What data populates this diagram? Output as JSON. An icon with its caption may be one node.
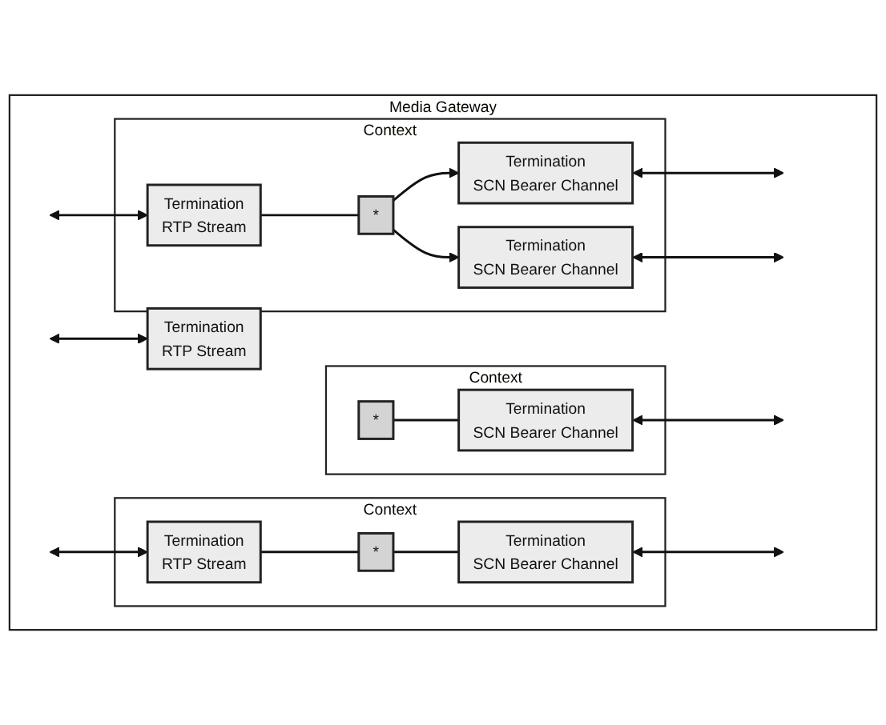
{
  "diagram": {
    "nodes": [
      {
        "text": [
          "Media Gateway"
        ]
      },
      {
        "text": [
          "Context"
        ],
        "in": 0
      },
      {
        "text": [
          "Termination",
          "RTP Stream"
        ],
        "in": 1
      },
      {
        "text": [
          "*"
        ],
        "in": 1
      },
      {
        "text": [
          "Termination",
          "SCN Bearer Channel"
        ],
        "in": 1
      },
      {
        "text": [
          "Termination",
          "SCN Bearer Channel"
        ],
        "in": 1
      },
      {
        "text": [
          "Termination",
          "RTP Stream"
        ],
        "in": 0
      },
      {
        "text": [
          "Context"
        ],
        "in": 0
      },
      {
        "text": [
          "*"
        ],
        "in": 7
      },
      {
        "text": [
          "Termination",
          "SCN Bearer Channel"
        ],
        "in": 7
      },
      {
        "text": [
          "Context"
        ],
        "in": 0
      },
      {
        "text": [
          "Termination",
          "RTP Stream"
        ],
        "in": 10
      },
      {
        "text": [
          "*"
        ],
        "in": 10
      },
      {
        "text": [
          "Termination",
          "SCN Bearer Channel"
        ],
        "in": 10
      }
    ],
    "edges": [
      {
        "from": null,
        "to": 2,
        "arrow": "both"
      },
      {
        "from": 2,
        "to": 3,
        "arrow": "none"
      },
      {
        "from": 3,
        "to": 4,
        "arrow": "to"
      },
      {
        "from": 3,
        "to": 5,
        "arrow": "to"
      },
      {
        "from": 4,
        "to": null,
        "arrow": "both"
      },
      {
        "from": 5,
        "to": null,
        "arrow": "both"
      },
      {
        "from": null,
        "to": 6,
        "arrow": "both"
      },
      {
        "from": 8,
        "to": 9,
        "arrow": "none"
      },
      {
        "from": 9,
        "to": null,
        "arrow": "both"
      },
      {
        "from": null,
        "to": 11,
        "arrow": "both"
      },
      {
        "from": 11,
        "to": 12,
        "arrow": "none"
      },
      {
        "from": 12,
        "to": 13,
        "arrow": "none"
      },
      {
        "from": 13,
        "to": null,
        "arrow": "both"
      }
    ]
  }
}
